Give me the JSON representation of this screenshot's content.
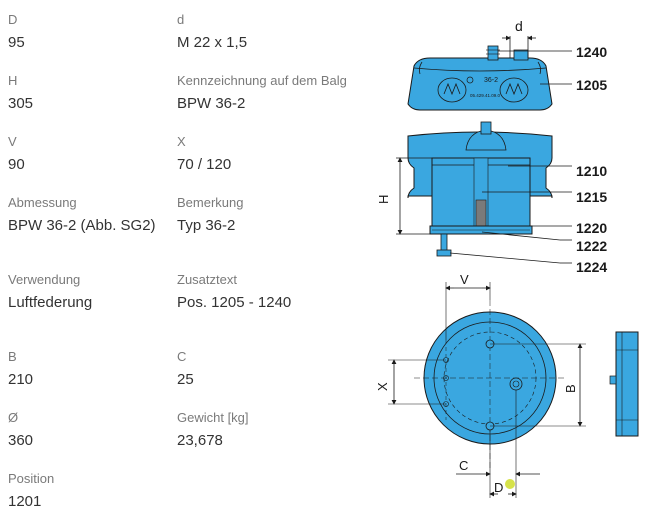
{
  "specs": [
    {
      "label": "D",
      "value": "95"
    },
    {
      "label": "d",
      "value": "M 22 x 1,5"
    },
    {
      "label": "H",
      "value": "305"
    },
    {
      "label": "Kennzeichnung auf dem Balg",
      "value": "BPW 36-2"
    },
    {
      "label": "V",
      "value": "90"
    },
    {
      "label": "X",
      "value": "70 / 120"
    },
    {
      "label": "Abmessung",
      "value": "BPW 36-2 (Abb. SG2)"
    },
    {
      "label": "Bemerkung",
      "value": "Typ 36-2"
    },
    {
      "label": "Verwendung",
      "value": "Luftfederung"
    },
    {
      "label": "Zusatztext",
      "value": "Pos. 1205 - 1240"
    },
    {
      "label": "B",
      "value": "210"
    },
    {
      "label": "C",
      "value": "25"
    },
    {
      "label": "Ø",
      "value": "360"
    },
    {
      "label": "Gewicht [kg]",
      "value": "23,678"
    },
    {
      "label": "Position",
      "value": "1201"
    }
  ],
  "drawing": {
    "part_numbers": [
      "1240",
      "1205",
      "1210",
      "1215",
      "1220",
      "1222",
      "1224"
    ],
    "dim_labels": {
      "d": "d",
      "h": "H",
      "v": "V",
      "x": "X",
      "b": "B",
      "c": "C",
      "dd": "D"
    },
    "bellows_marking": "36-2",
    "bellows_code": "05.429.41.09.0",
    "colors": {
      "part_fill": "#3aa7e0",
      "line": "#1a1a1a",
      "marker": "#d6e24a"
    }
  }
}
